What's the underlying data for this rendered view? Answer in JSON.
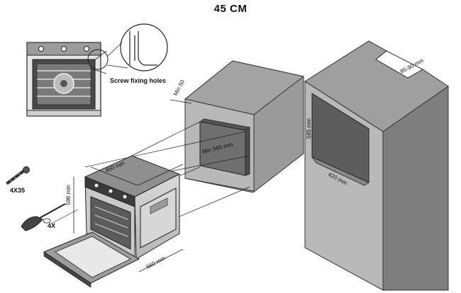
{
  "title": "45 CM",
  "labels": {
    "screw_fixing_holes": "Screw fixing holes",
    "screws_count": "4X35",
    "plugs_count": "4X"
  },
  "dimensions": {
    "min_50": "Min 50",
    "min_565": "Min 565 mm",
    "cab_585": "585 mm",
    "cab_420": "420 mm",
    "gap_85_90": "85-90 mm",
    "oven_450": "450 mm",
    "oven_596": "596 mm",
    "oven_560": "560 mm"
  }
}
